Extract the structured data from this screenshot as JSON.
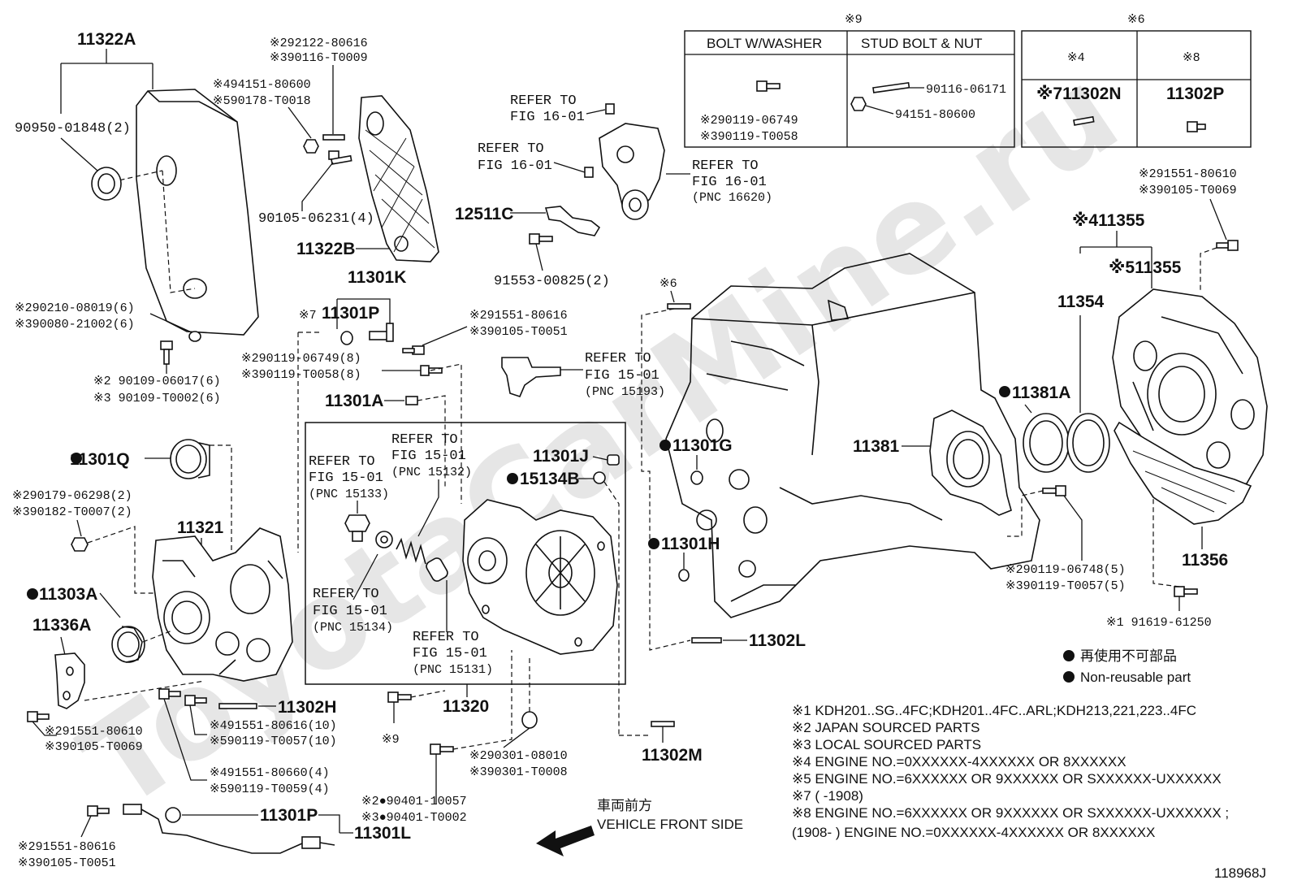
{
  "labels": {
    "p11322A": "11322A",
    "p90950": "90950-01848(2)",
    "p92122": "※292122-80616",
    "p90116a": "※390116-T0009",
    "p94151a": "※494151-80600",
    "p90178": "※590178-T0018",
    "p90105_06231": "90105-06231(4)",
    "p11322B": "11322B",
    "p11301K": "11301K",
    "p90210": "※290210-08019(6)",
    "p90080": "※390080-21002(6)",
    "p90109_06017": "※2 90109-06017(6)",
    "p90109_T0002": "※3 90109-T0002(6)",
    "p11301P_top": "11301P",
    "p7mark": "※7",
    "p91551_top": "※291551-80616",
    "p90105_T0051_top": "※390105-T0051",
    "p90119_06749_8": "※290119-06749(8)",
    "p90119_T0058_8": "※390119-T0058(8)",
    "p11301A": "11301A",
    "p11301Q": "11301Q",
    "p90179": "※290179-06298(2)",
    "p90182": "※390182-T0007(2)",
    "p11321": "11321",
    "p11303A": "11303A",
    "p11336A": "11336A",
    "p91551_bl": "※291551-80610",
    "p90105_T0069_bl": "※390105-T0069",
    "p11302H": "11302H",
    "p91551_80616_10": "※491551-80616(10)",
    "p90119_T0057_10": "※590119-T0057(10)",
    "p91551_80660": "※491551-80660(4)",
    "p90119_T0059": "※590119-T0059(4)",
    "p11301P_bot": "11301P",
    "p11301L": "11301L",
    "p91551_bot": "※291551-80616",
    "p90105_T0051_bot": "※390105-T0051",
    "refer_16_a1": "REFER TO",
    "refer_16_a2": "FIG 16-01",
    "refer_16_b1": "REFER TO",
    "refer_16_b2": "FIG 16-01",
    "refer_16_c1": "REFER TO",
    "refer_16_c2": "FIG 16-01",
    "refer_16_c3": "(PNC 16620)",
    "p12511C": "12511C",
    "p91553": "91553-00825(2)",
    "refer_15193_1": "REFER TO",
    "refer_15193_2": "FIG 15-01",
    "refer_15193_3": "(PNC 15193)",
    "refer_15133_1": "REFER TO",
    "refer_15133_2": "FIG 15-01",
    "refer_15133_3": "(PNC 15133)",
    "refer_15132_1": "REFER TO",
    "refer_15132_2": "FIG 15-01",
    "refer_15132_3": "(PNC 15132)",
    "refer_15134_1": "REFER TO",
    "refer_15134_2": "FIG 15-01",
    "refer_15134_3": "(PNC 15134)",
    "refer_15131_1": "REFER TO",
    "refer_15131_2": "FIG 15-01",
    "refer_15131_3": "(PNC 15131)",
    "p11301J": "11301J",
    "p15134B": "15134B",
    "p11320": "11320",
    "p9mark_bolt": "※9",
    "p90301_08010": "※290301-08010",
    "p90301_T0008": "※390301-T0008",
    "p90401_10057": "※2●90401-10057",
    "p90401_T0002": "※3●90401-T0002",
    "p6mark": "※6",
    "p11301G": "11301G",
    "p11301H": "11301H",
    "p11302L": "11302L",
    "p11302M": "11302M",
    "p11381": "11381",
    "p11381A": "11381A",
    "p11354": "11354",
    "p11355_4": "※411355",
    "p11355_5": "※511355",
    "p91551_80610_r": "※291551-80610",
    "p90105_T0069_r": "※390105-T0069",
    "p11356": "11356",
    "p90119_06748": "※290119-06748(5)",
    "p90119_T0057_5": "※390119-T0057(5)",
    "p91619": "※1 91619-61250",
    "front_jp": "車両前方",
    "front_en": "VEHICLE FRONT SIDE",
    "fig_id": "118968J"
  },
  "table9": {
    "mark": "※9",
    "col1": "BOLT W/WASHER",
    "col2": "STUD BOLT & NUT",
    "c1a": "※290119-06749",
    "c1b": "※390119-T0058",
    "c2a": "90116-06171",
    "c2b": "94151-80600"
  },
  "table6": {
    "mark": "※6",
    "col1": "※4",
    "col2": "※8",
    "c1": "※711302N",
    "c2": "11302P"
  },
  "legend": {
    "jp": "再使用不可部品",
    "en": "Non-reusable part"
  },
  "notes": [
    "※1 KDH201..SG..4FC;KDH201..4FC..ARL;KDH213,221,223..4FC",
    "※2 JAPAN SOURCED PARTS",
    "※3 LOCAL SOURCED PARTS",
    "※4 ENGINE NO.=0XXXXXX-4XXXXXX OR 8XXXXXX",
    "※5 ENGINE NO.=6XXXXXX OR 9XXXXXX OR SXXXXXX-UXXXXXX",
    "※7 (     -1908)",
    "※8 ENGINE NO.=6XXXXXX OR 9XXXXXX OR SXXXXXX-UXXXXXX ;",
    "(1908-     ) ENGINE NO.=0XXXXXX-4XXXXXX OR 8XXXXXX"
  ],
  "watermark": "ToyotaCarMine.ru"
}
